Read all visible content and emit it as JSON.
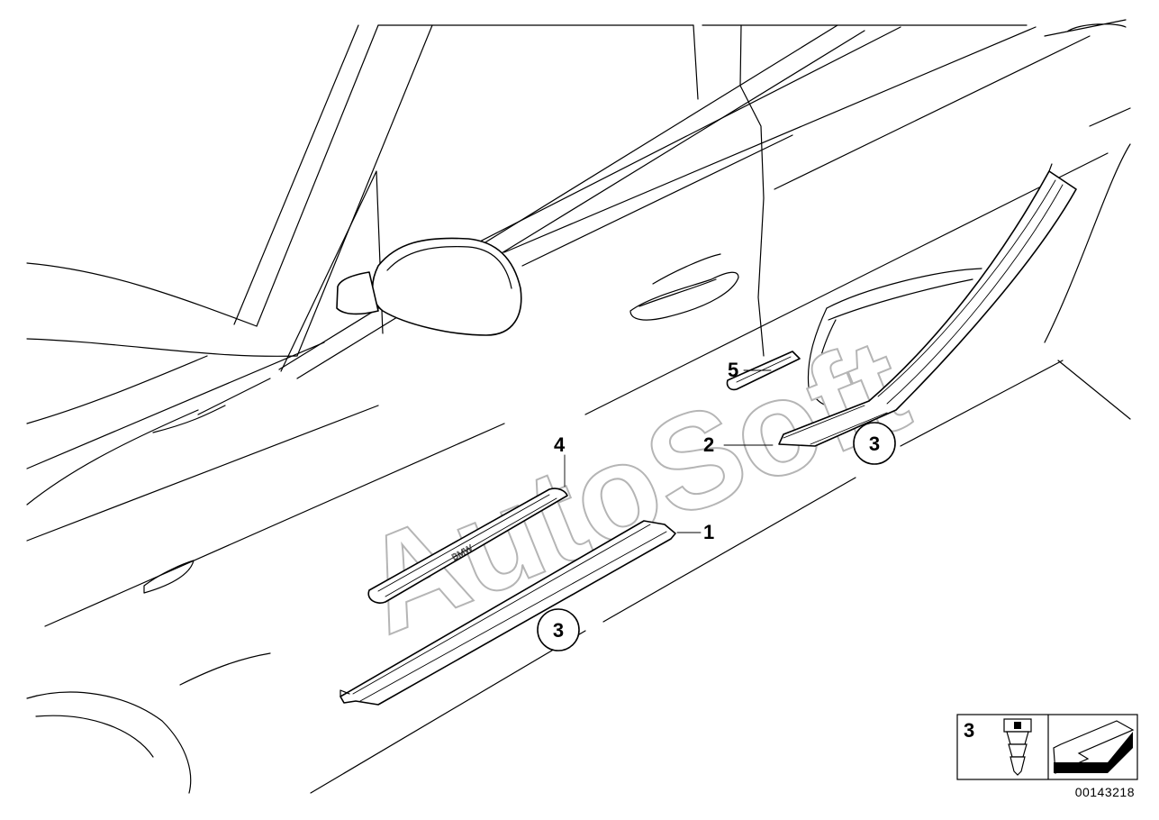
{
  "watermark": "AutoSoft",
  "callouts": {
    "c1": "1",
    "c2": "2",
    "c3_lower": "3",
    "c3_upper": "3",
    "c4": "4",
    "c5": "5"
  },
  "plaque_text": "BMW",
  "legend": {
    "item_number": "3",
    "clip_icon": "expanding-clip-icon",
    "arrow_icon": "direction-arrow-icon"
  },
  "drawing_number": "00143218"
}
